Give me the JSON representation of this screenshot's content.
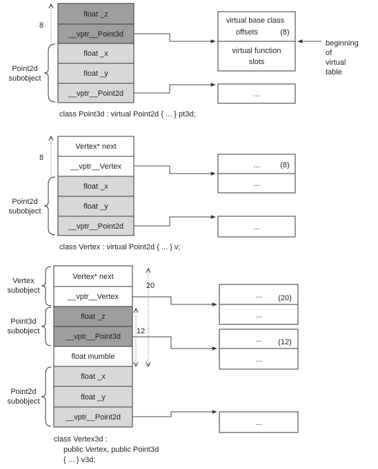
{
  "diagram1": {
    "cells": [
      "float _z",
      "__vptr__Point3d",
      "float _x",
      "float _y",
      "__vptr__Point2d"
    ],
    "vtable_top_line1": "virtual base class",
    "vtable_top_line2": "offsets",
    "vtable_top_value": "(8)",
    "vtable_bottom_line1": "virtual function",
    "vtable_bottom_line2": "slots",
    "vtable2": "...",
    "offset_label": "8",
    "subobject_line1": "Point2d",
    "subobject_line2": "subobject",
    "beginning_line1": "beginning",
    "beginning_line2": "of",
    "beginning_line3": "virtual",
    "beginning_line4": "table",
    "caption": "class Point3d : virtual Point2d { ... } pt3d;"
  },
  "diagram2": {
    "cells": [
      "Vertex* next",
      "__vptr__Vertex",
      "float _x",
      "float _y",
      "__vptr__Point2d"
    ],
    "vtable1_row1": "...",
    "vtable1_row1_value": "(8)",
    "vtable1_row2": "...",
    "vtable2": "...",
    "offset_label": "8",
    "subobject_line1": "Point2d",
    "subobject_line2": "subobject",
    "caption": "class Vertex : virtual Point2d { ... } v;"
  },
  "diagram3": {
    "cells": [
      "Vertex* next",
      "__vptr__Vertex",
      "float _z",
      "__vptr__Point3d",
      "float mumble",
      "float _x",
      "float _y",
      "__vptr__Point2d"
    ],
    "vtable1_row1": "...",
    "vtable1_row1_value": "(20)",
    "vtable1_row2": "...",
    "vtable2_row1": "...",
    "vtable2_row1_value": "(12)",
    "vtable2_row2": "...",
    "vtable3": "...",
    "offset_20": "20",
    "offset_12": "12",
    "vertex_line1": "Vertex",
    "vertex_line2": "subobject",
    "point3d_line1": "Point3d",
    "point3d_line2": "subobject",
    "point2d_line1": "Point2d",
    "point2d_line2": "subobject",
    "caption_line1": "class Vertex3d :",
    "caption_line2": "public Vertex, public Point3d",
    "caption_line3": "{ ... } v3d;"
  }
}
